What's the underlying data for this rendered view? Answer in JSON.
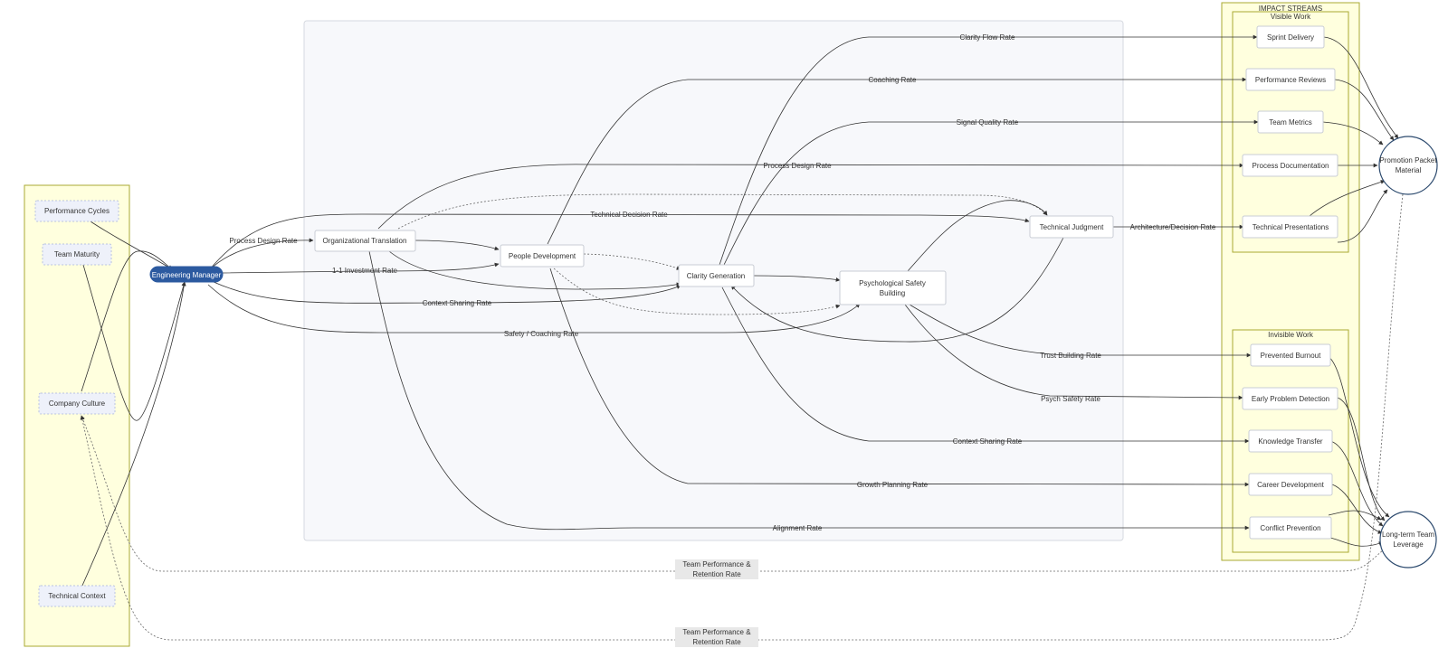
{
  "context": {
    "performance_cycles": "Performance Cycles",
    "team_maturity": "Team Maturity",
    "company_culture": "Company Culture",
    "technical_context": "Technical Context"
  },
  "hub": {
    "engineering_manager": "Engineering Manager"
  },
  "process": {
    "organizational_translation": "Organizational Translation",
    "people_development": "People Development",
    "clarity_generation": "Clarity Generation",
    "psychological_safety_line1": "Psychological Safety",
    "psychological_safety_line2": "Building",
    "technical_judgment": "Technical Judgment"
  },
  "impact_streams": {
    "title": "IMPACT STREAMS",
    "visible_title": "Visible Work",
    "invisible_title": "Invisible Work",
    "visible": [
      "Sprint Delivery",
      "Performance Reviews",
      "Team Metrics",
      "Process Documentation",
      "Technical Presentations"
    ],
    "invisible": [
      "Prevented Burnout",
      "Early Problem Detection",
      "Knowledge Transfer",
      "Career Development",
      "Conflict Prevention"
    ]
  },
  "outcomes": {
    "promotion_line1": "Promotion Packet",
    "promotion_line2": "Material",
    "leverage_line1": "Long-term Team",
    "leverage_line2": "Leverage"
  },
  "edges": {
    "clarity_flow_rate": "Clarity Flow Rate",
    "coaching_rate": "Coaching Rate",
    "signal_quality_rate": "Signal Quality Rate",
    "process_design_rate_top": "Process Design Rate",
    "technical_decision_rate": "Technical Decision Rate",
    "process_design_rate_left": "Process Design Rate",
    "one_on_one_rate": "1-1 Investment Rate",
    "context_sharing_rate_left": "Context Sharing Rate",
    "safety_coaching_rate": "Safety / Coaching Rate",
    "architecture_decision_rate": "Architecture/Decision Rate",
    "trust_building_rate": "Trust Building Rate",
    "psych_safety_rate": "Psych Safety Rate",
    "context_sharing_rate_right": "Context Sharing Rate",
    "growth_planning_rate": "Growth Planning Rate",
    "alignment_rate": "Alignment Rate",
    "feedback_1_line1": "Team Performance &",
    "feedback_1_line2": "Retention Rate",
    "feedback_2_line1": "Team Performance &",
    "feedback_2_line2": "Retention Rate"
  },
  "colors": {
    "panel_fill": "#ffffde",
    "panel_stroke": "#aaaa33",
    "hub_fill": "#2c5aa0",
    "center_fill": "#f7f8fb"
  }
}
